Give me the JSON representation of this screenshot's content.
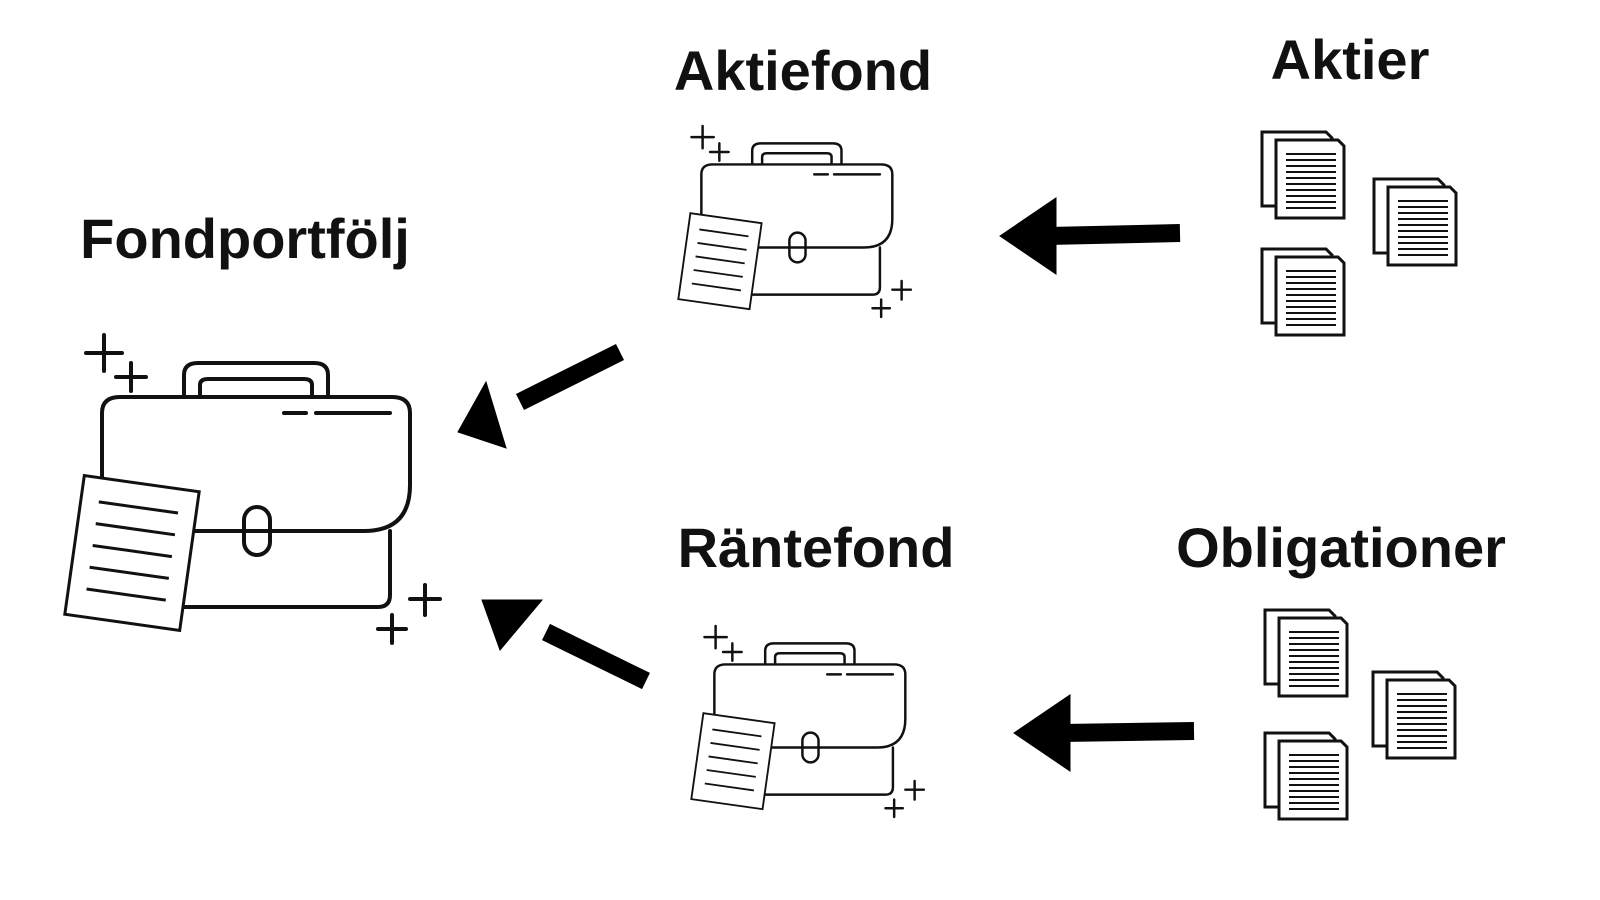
{
  "labels": {
    "portfolio": "Fondportfölj",
    "equity_fund": "Aktiefond",
    "stocks": "Aktier",
    "bond_fund": "Räntefond",
    "bonds": "Obligationer"
  },
  "colors": {
    "ink": "#111111",
    "background": "#ffffff"
  },
  "icons": [
    "briefcase-icon",
    "document-stack-icon",
    "arrow-left-icon"
  ]
}
